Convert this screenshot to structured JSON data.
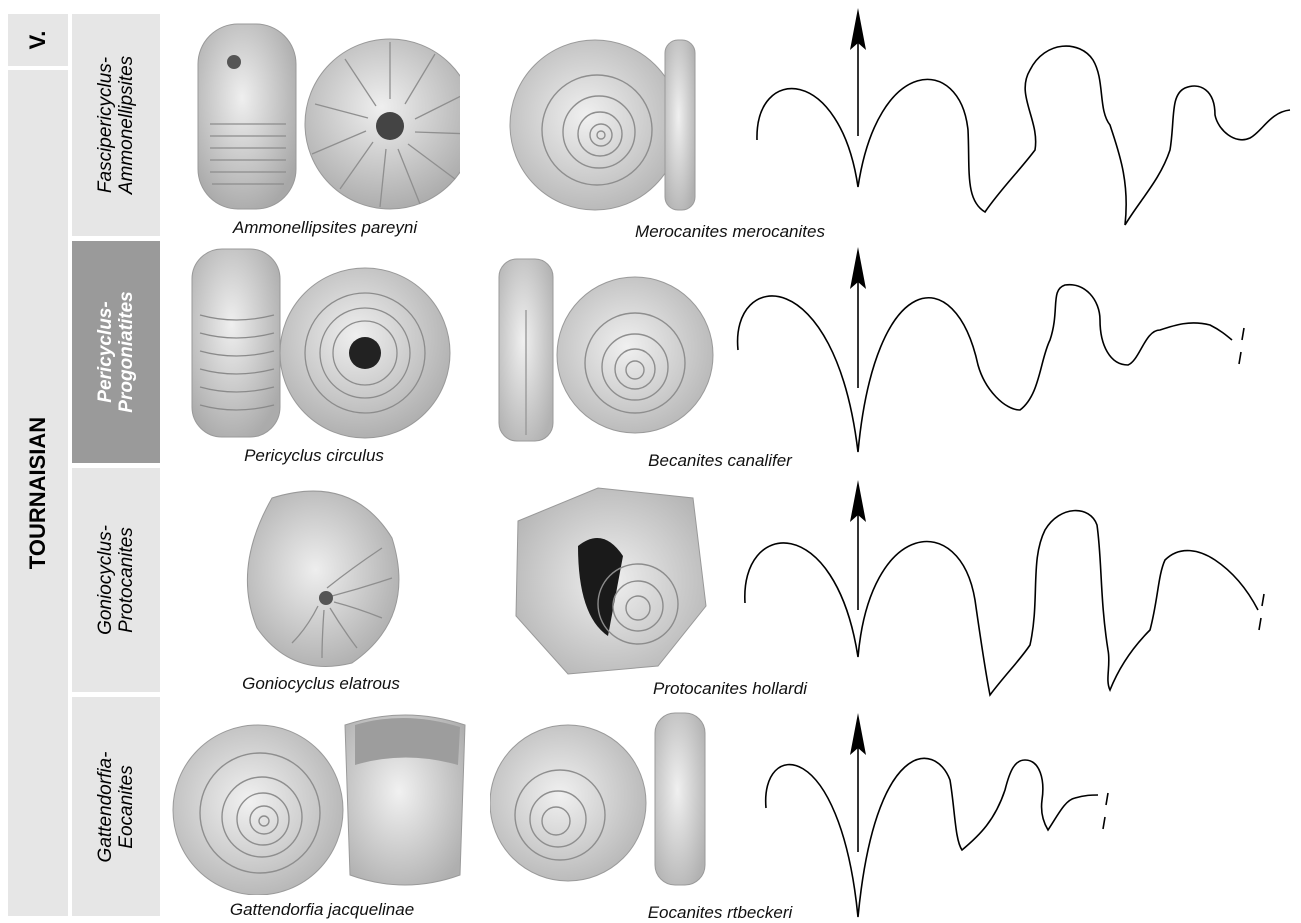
{
  "stages": [
    {
      "label": "V."
    },
    {
      "label": "TOURNAISIAN"
    }
  ],
  "zones": [
    {
      "line1": "Fascipericyclus-",
      "line2": "Ammonellipsites",
      "highlighted": false,
      "captions": [
        "Ammonellipsites pareyni",
        "Merocanites merocanites"
      ]
    },
    {
      "line1": "Pericyclus-",
      "line2": "Progoniatites",
      "highlighted": true,
      "captions": [
        "Pericyclus circulus",
        "Becanites canalifer"
      ]
    },
    {
      "line1": "Goniocyclus-",
      "line2": "Protocanites",
      "highlighted": false,
      "captions": [
        "Goniocyclus elatrous",
        "Protocanites hollardi"
      ]
    },
    {
      "line1": "Gattendorfia-",
      "line2": "Eocanites",
      "highlighted": false,
      "captions": [
        "Gattendorfia jacquelinae",
        "Eocanites rtbeckeri"
      ]
    }
  ],
  "colors": {
    "panel": "#e6e6e6",
    "highlight": "#9a9a9a",
    "fossil": "#d2d2d2",
    "fossil_dark": "#8a8a8a"
  }
}
